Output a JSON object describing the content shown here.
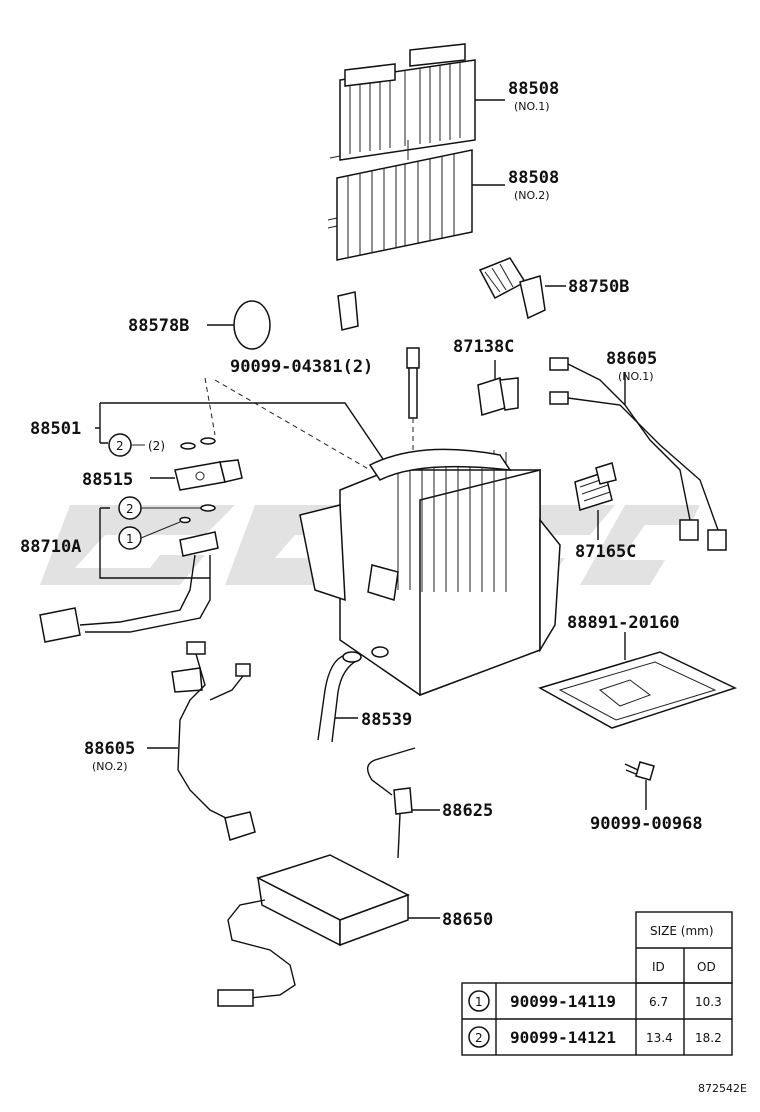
{
  "callouts": {
    "filter_no1": {
      "part": "88508",
      "note": "(NO.1)"
    },
    "filter_no2": {
      "part": "88508",
      "note": "(NO.2)"
    },
    "thermistor_88750b": "88750B",
    "seal_88578b": "88578B",
    "bolt": "90099-04381(2)",
    "relay_87138c": "87138C",
    "wire_no1": {
      "part": "88605",
      "note": "(NO.1)"
    },
    "evaporator_88501": "88501",
    "oring_note": "(2)",
    "valve_88515": "88515",
    "tube_88710a": "88710A",
    "resistor_87165c": "87165C",
    "pad": "88891-20160",
    "hose_88539": "88539",
    "wire_no2": {
      "part": "88605",
      "note": "(NO.2)"
    },
    "sensor_88625": "88625",
    "screw": "90099-00968",
    "amplifier_88650": "88650",
    "ring_no1": "1",
    "ring_no2": "2"
  },
  "size_table": {
    "header": "SIZE (mm)",
    "col_id": "ID",
    "col_od": "OD",
    "rows": [
      {
        "ref": "1",
        "part": "90099-14119",
        "id": "6.7",
        "od": "10.3"
      },
      {
        "ref": "2",
        "part": "90099-14121",
        "id": "13.4",
        "od": "18.2"
      }
    ]
  },
  "footer_code": "872542E"
}
